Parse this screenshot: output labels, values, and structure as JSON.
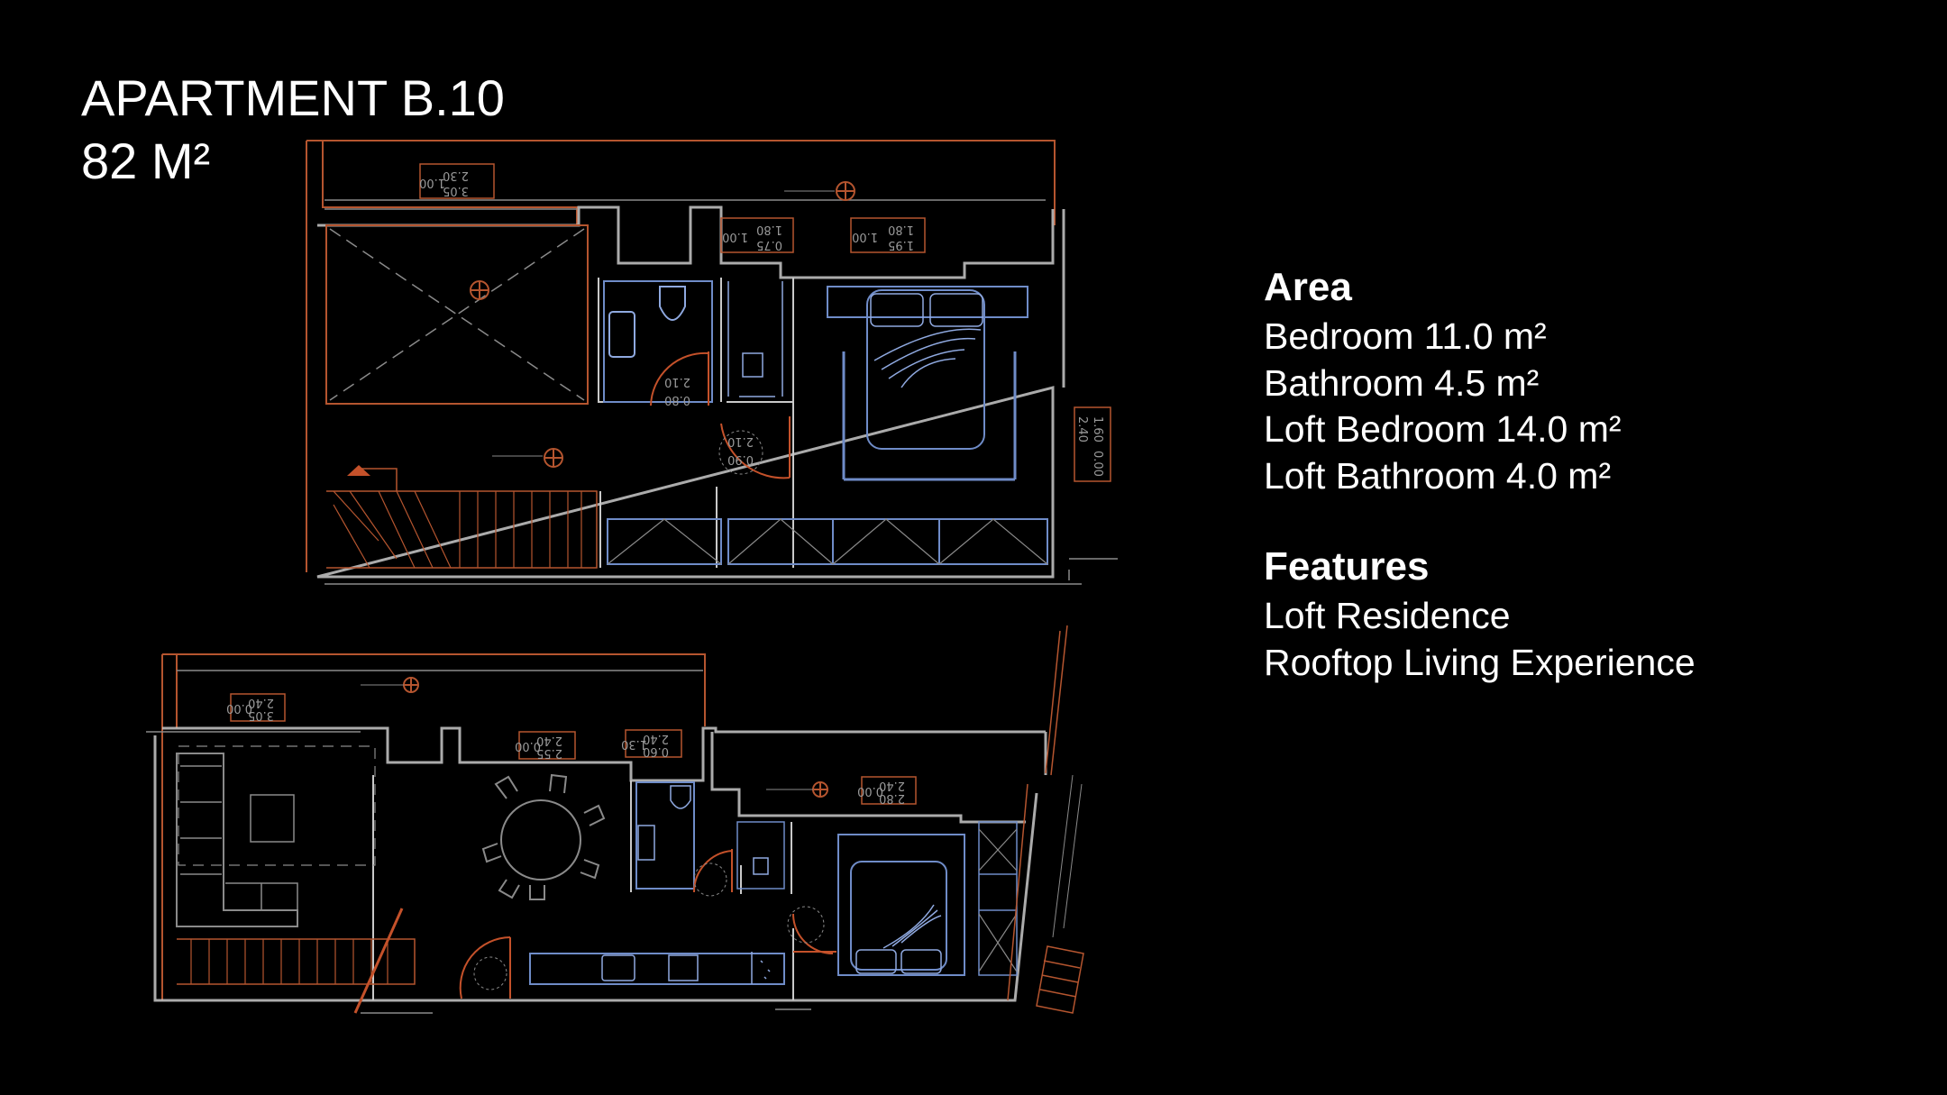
{
  "header": {
    "title": "APARTMENT B.10",
    "size": "82 M²"
  },
  "area": {
    "heading": "Area",
    "items": [
      "Bedroom 11.0 m²",
      "Bathroom 4.5 m²",
      "Loft Bedroom 14.0 m²",
      "Loft Bathroom 4.0 m²"
    ]
  },
  "features": {
    "heading": "Features",
    "items": [
      "Loft Residence",
      "Rooftop Living Experience"
    ]
  },
  "plan_tags": {
    "loft": [
      {
        "top": "2.30",
        "bottom": "3.05",
        "side": "1.00"
      },
      {
        "top": "1.80",
        "bottom": "0.75",
        "side": "1.00"
      },
      {
        "top": "1.80",
        "bottom": "1.95",
        "side": "1.00"
      },
      {
        "top": "1.60",
        "bottom": "2.40",
        "side": "0.00"
      },
      {
        "top": "2.10",
        "bottom": "0.80",
        "side": ""
      },
      {
        "top": "2.10",
        "bottom": "0.90",
        "side": ""
      }
    ],
    "lower": [
      {
        "top": "2.40",
        "bottom": "3.05",
        "side": "0.00"
      },
      {
        "top": "2.40",
        "bottom": "2.55",
        "side": "0.00"
      },
      {
        "top": "2.40",
        "bottom": "0.60",
        "side": "1.30"
      },
      {
        "top": "2.40",
        "bottom": "2.80",
        "side": "0.00"
      }
    ]
  }
}
